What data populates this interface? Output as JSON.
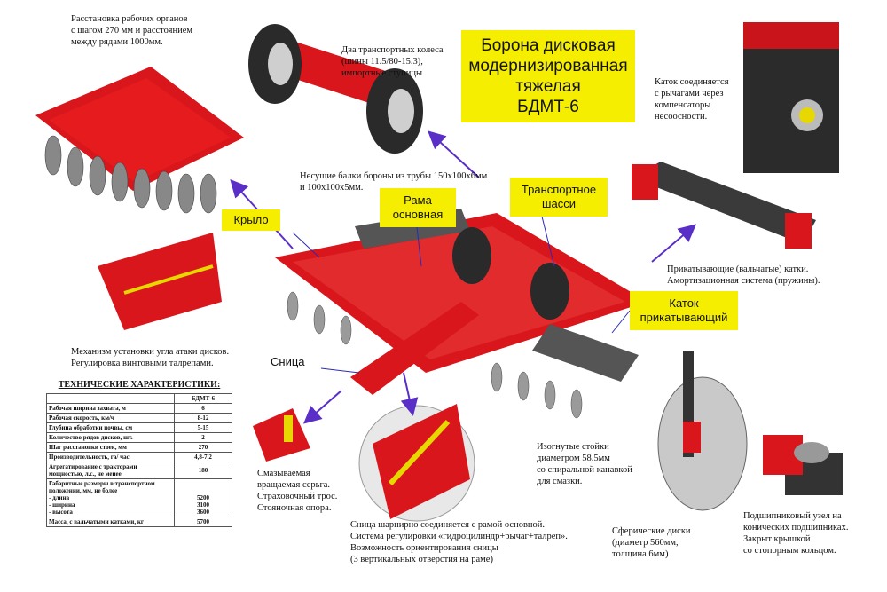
{
  "title": "Борона дисковая\nмодернизированная\nтяжелая\nБДМТ-6",
  "tags": {
    "wing": "Крыло",
    "frame": "Рама\nосновная",
    "chassis": "Транспортное\nшасси",
    "roller": "Каток\nприкатывающий",
    "hitch": "Сница"
  },
  "notes": {
    "spacing": "Расстановка рабочих органов\nс шагом 270 мм и расстоянием\nмежду рядами 1000мм.",
    "wheels": "Два транспортных колеса\n(шины 11.5/80-15.3),\nимпортные ступицы",
    "roller_connect": "Каток соединяется\nс рычагами через\nкомпенсаторы\nнесоосности.",
    "beams": "Несущие балки бороны из трубы 150х100х6мм\nи 100х100х5мм.",
    "rollers": "Прикатывающие (вальчатые) катки.\nАмортизационная система (пружины).",
    "attack": "Механизм установки угла атаки дисков.\nРегулировка винтовыми талрепами.",
    "struts": "Изогнутые стойки\nдиаметром 58.5мм\nсо спиральной канавкой\nдля смазки.",
    "shackle": "Смазываемая\nвращаемая серьга.\nСтраховочный трос.\nСтояночная опора.",
    "hitch_joint": "Сница шарнирно соединяется с рамой основной.\nСистема регулировки «гидроцилиндр+рычаг+талреп».\nВозможность ориентирования сницы\n(3 вертикальных отверстия на раме)",
    "discs": "Сферические диски\n(диаметр 560мм,\nтолщина 6мм)",
    "bearing": "Подшипниковый узел на\nконических подшипниках.\nЗакрыт крышкой\nсо стопорным кольцом."
  },
  "specs": {
    "title": "ТЕХНИЧЕСКИЕ ХАРАКТЕРИСТИКИ:",
    "header": "БДМТ-6",
    "rows": [
      {
        "k": "Рабочая ширина захвата, м",
        "v": "6"
      },
      {
        "k": "Рабочая скорость, км/ч",
        "v": "8-12"
      },
      {
        "k": "Глубина обработки почвы, см",
        "v": "5-15"
      },
      {
        "k": "Количество рядов дисков, шт.",
        "v": "2"
      },
      {
        "k": "Шаг расстановки стоек, мм",
        "v": "270"
      },
      {
        "k": "Производительность, га/ час",
        "v": "4,8-7,2"
      },
      {
        "k": "Агрегатирование с тракторами мощностью, л.с., не менее",
        "v": "180"
      },
      {
        "k": "Габаритные размеры в транспортном положении, мм, не более\n- длина\n- ширина\n- высота",
        "v": "\n\n5200\n3100\n3600"
      },
      {
        "k": "Масса, с вальчатыми катками, кг",
        "v": "5700"
      }
    ]
  },
  "colors": {
    "accent": "#d41a1a",
    "tag_bg": "#f5ee00",
    "arrow": "#5a2fc8"
  }
}
